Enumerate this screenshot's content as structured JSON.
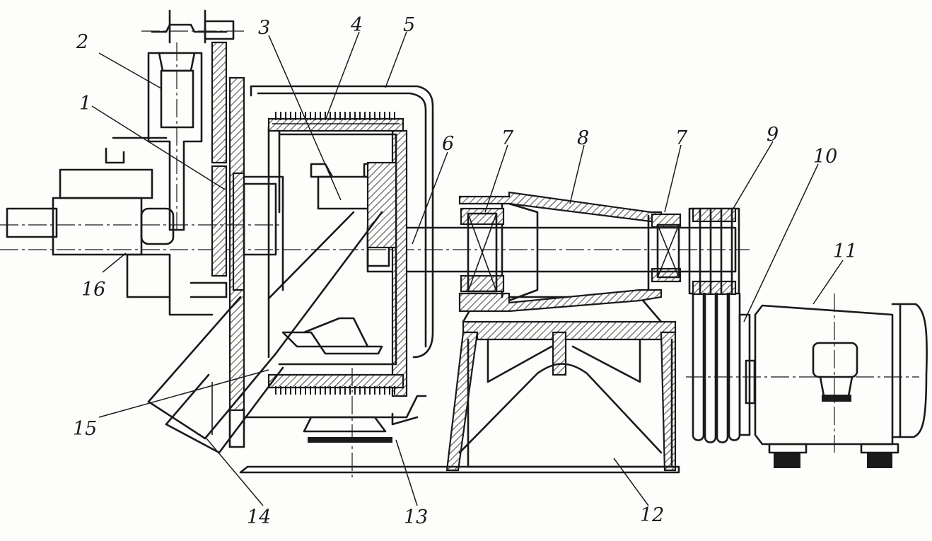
{
  "labels": [
    {
      "id": "1",
      "text": "1"
    },
    {
      "id": "2",
      "text": "2"
    },
    {
      "id": "3",
      "text": "3"
    },
    {
      "id": "4",
      "text": "4"
    },
    {
      "id": "5",
      "text": "5"
    },
    {
      "id": "6",
      "text": "6"
    },
    {
      "id": "7a",
      "text": "7"
    },
    {
      "id": "7b",
      "text": "7"
    },
    {
      "id": "8",
      "text": "8"
    },
    {
      "id": "9",
      "text": "9"
    },
    {
      "id": "10",
      "text": "10"
    },
    {
      "id": "11",
      "text": "11"
    },
    {
      "id": "12",
      "text": "12"
    },
    {
      "id": "13",
      "text": "13"
    },
    {
      "id": "14",
      "text": "14"
    },
    {
      "id": "15",
      "text": "15"
    },
    {
      "id": "16",
      "text": "16"
    }
  ]
}
